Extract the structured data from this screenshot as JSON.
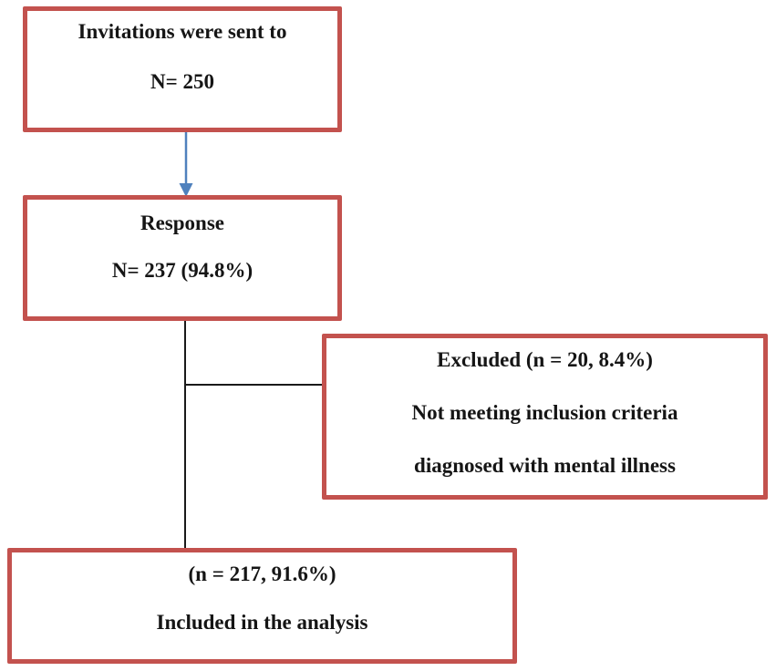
{
  "diagram": {
    "type": "flowchart",
    "boxes": [
      {
        "id": "invitations",
        "lines": [
          "Invitations were sent to",
          "N= 250"
        ]
      },
      {
        "id": "response",
        "lines": [
          "Response",
          "N= 237 (94.8%)"
        ]
      },
      {
        "id": "excluded",
        "lines": [
          "Excluded (n = 20, 8.4%)",
          "Not meeting inclusion criteria",
          "diagnosed with mental illness"
        ]
      },
      {
        "id": "included",
        "lines": [
          "(n = 217, 91.6%)",
          "Included in the analysis"
        ]
      }
    ],
    "flows": [
      {
        "from": "invitations",
        "to": "response",
        "style": "blue-arrow"
      },
      {
        "from": "response",
        "to": "excluded",
        "style": "elbow-line"
      },
      {
        "from": "response",
        "to": "included",
        "style": "straight-line"
      }
    ]
  },
  "colors": {
    "box_border": "#c3524e",
    "arrow": "#4f81bd",
    "connector": "#1a1a1a",
    "text": "#151515",
    "background": "#ffffff"
  }
}
